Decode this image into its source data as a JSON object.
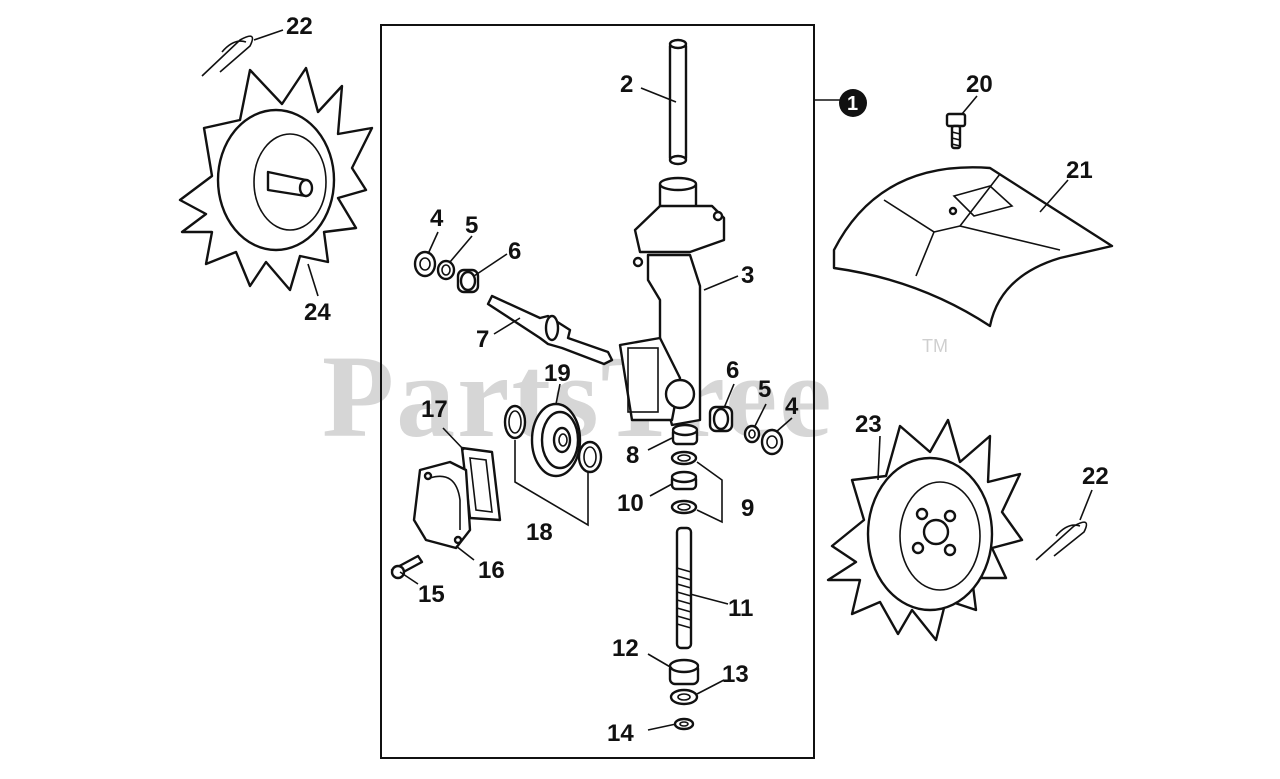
{
  "watermark": {
    "text": "PartsTree",
    "trademark": "TM"
  },
  "assembly_callout": "1",
  "labels": {
    "p2": "2",
    "p3": "3",
    "p4a": "4",
    "p5a": "5",
    "p6a": "6",
    "p7": "7",
    "p6b": "6",
    "p5b": "5",
    "p4b": "4",
    "p8": "8",
    "p9": "9",
    "p10": "10",
    "p11": "11",
    "p12": "12",
    "p13": "13",
    "p14": "14",
    "p15": "15",
    "p16": "16",
    "p17": "17",
    "p18": "18",
    "p19": "19",
    "p20": "20",
    "p21": "21",
    "p22a": "22",
    "p22b": "22",
    "p23": "23",
    "p24": "24"
  }
}
